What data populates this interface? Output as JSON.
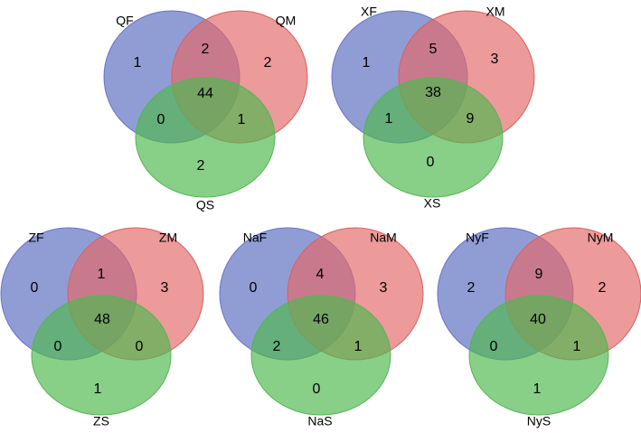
{
  "colors": {
    "set1_fill": "#5b6fc0",
    "set2_fill": "#e36a6a",
    "set3_fill": "#4fb84f",
    "set1_stroke": "#6a72c8",
    "set2_stroke": "#d86060",
    "set3_stroke": "#56b456"
  },
  "diagrams": [
    {
      "labels": [
        "QF",
        "QM",
        "QS"
      ],
      "counts": {
        "only_a": "1",
        "only_b": "2",
        "only_c": "2",
        "ab": "2",
        "ac": "0",
        "bc": "1",
        "abc": "44"
      }
    },
    {
      "labels": [
        "XF",
        "XM",
        "XS"
      ],
      "counts": {
        "only_a": "1",
        "only_b": "3",
        "only_c": "0",
        "ab": "5",
        "ac": "1",
        "bc": "9",
        "abc": "38"
      }
    },
    {
      "labels": [
        "ZF",
        "ZM",
        "ZS"
      ],
      "counts": {
        "only_a": "0",
        "only_b": "3",
        "only_c": "1",
        "ab": "1",
        "ac": "0",
        "bc": "0",
        "abc": "48"
      }
    },
    {
      "labels": [
        "NaF",
        "NaM",
        "NaS"
      ],
      "counts": {
        "only_a": "0",
        "only_b": "3",
        "only_c": "0",
        "ab": "4",
        "ac": "2",
        "bc": "1",
        "abc": "46"
      }
    },
    {
      "labels": [
        "NyF",
        "NyM",
        "NyS"
      ],
      "counts": {
        "only_a": "2",
        "only_b": "2",
        "only_c": "1",
        "ab": "9",
        "ac": "0",
        "bc": "1",
        "abc": "40"
      }
    }
  ]
}
